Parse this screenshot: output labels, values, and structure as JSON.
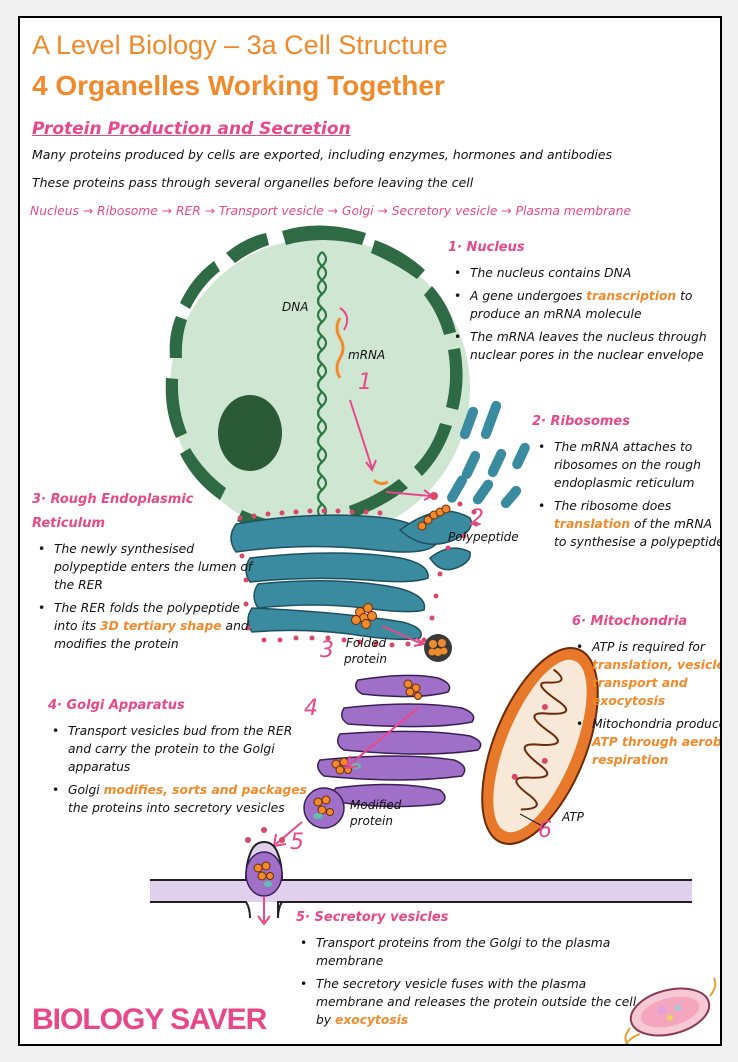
{
  "title_line1": "A Level Biology – 3a Cell Structure",
  "title_line2": "4 Organelles Working Together",
  "section_title": "Protein Production and Secretion",
  "intro": [
    "Many proteins produced by cells are exported, including enzymes, hormones and antibodies",
    "These proteins pass through several organelles before leaving the cell"
  ],
  "pathway": "Nucleus → Ribosome → RER → Transport vesicle → Golgi → Secretory vesicle → Plasma membrane",
  "steps": {
    "nucleus": {
      "heading": "1· Nucleus",
      "b1": "The nucleus contains DNA",
      "b2_pre": "A gene undergoes ",
      "b2_hl": "transcription",
      "b2_post": " to produce an mRNA molecule",
      "b3": "The mRNA leaves the nucleus through nuclear pores in the nuclear envelope"
    },
    "ribosomes": {
      "heading": "2· Ribosomes",
      "b1": "The mRNA attaches to ribosomes on the rough endoplasmic reticulum",
      "b2_pre": "The ribosome does ",
      "b2_hl": "translation",
      "b2_post": " of the mRNA to synthesise a polypeptide"
    },
    "rer": {
      "heading_1": "3· Rough Endoplasmic",
      "heading_2": "Reticulum",
      "b1": "The newly synthesised polypeptide enters the lumen of the RER",
      "b2_pre": "The RER folds the polypeptide into its ",
      "b2_hl": "3D tertiary shape",
      "b2_post": " and modifies the protein"
    },
    "golgi": {
      "heading": "4· Golgi Apparatus",
      "b1": "Transport vesicles bud from the RER and carry the protein to the Golgi apparatus",
      "b2_pre": "Golgi ",
      "b2_hl": "modifies, sorts and packages",
      "b2_post": " the proteins into secretory vesicles"
    },
    "secretory": {
      "heading": "5· Secretory vesicles",
      "b1": "Transport proteins from the Golgi to the plasma membrane",
      "b2_pre": "The secretory vesicle fuses with the plasma membrane and releases the protein outside the cell by ",
      "b2_hl": "exocytosis"
    },
    "mitochondria": {
      "heading": "6· Mitochondria",
      "b1_pre": "ATP is required for ",
      "b1_hl": "translation, vesicle transport and exocytosis",
      "b2_pre": "Mitochondria produce ",
      "b2_hl": "ATP through aerobic respiration"
    }
  },
  "diagram_labels": {
    "dna": "DNA",
    "mrna": "mRNA",
    "polypeptide": "Polypeptide",
    "folded_1": "Folded",
    "folded_2": "protein",
    "modified_1": "Modified",
    "modified_2": "protein",
    "atp": "ATP",
    "n1": "1",
    "n2": "2",
    "n3": "3",
    "n4": "4",
    "n5": "5",
    "n6": "6"
  },
  "brand": "BIOLOGY SAVER",
  "colors": {
    "orange": "#f08a2a",
    "pink": "#e8488a",
    "nucleus_fill": "#cfe6d2",
    "envelope": "#2e6b44",
    "rer": "#3a8aa0",
    "golgi": "#a070c8",
    "mito": "#e8782a"
  }
}
